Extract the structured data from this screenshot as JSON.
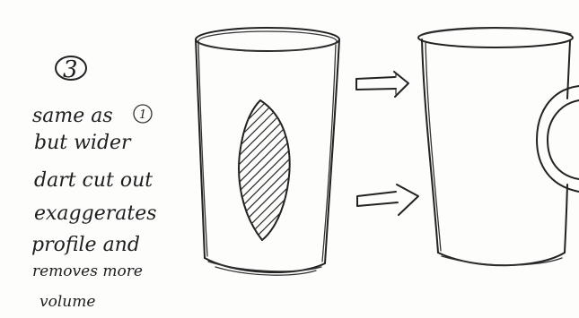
{
  "note": {
    "step_number": "3",
    "lines": [
      "same as",
      "but wider",
      "dart cut out",
      "exaggerates",
      "profile and",
      "removes more",
      "volume"
    ],
    "reference_number": "1"
  }
}
